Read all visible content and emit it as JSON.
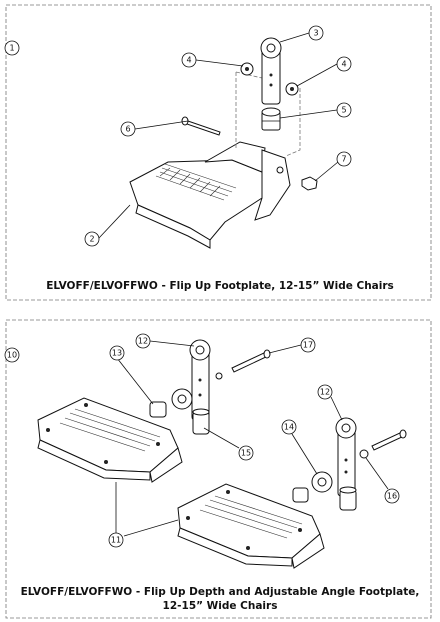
{
  "panels": [
    {
      "id": "1",
      "caption": "ELVOFF/ELVOFFWO - Flip Up Footplate, 12-15” Wide Chairs",
      "callouts": [
        "1",
        "2",
        "3",
        "4",
        "4",
        "5",
        "6",
        "7"
      ]
    },
    {
      "id": "10",
      "caption_line1": "ELVOFF/ELVOFFWO - Flip Up Depth and Adjustable Angle Footplate,",
      "caption_line2": "12-15” Wide Chairs",
      "callouts": [
        "10",
        "11",
        "12",
        "12",
        "13",
        "14",
        "15",
        "16",
        "17"
      ]
    }
  ]
}
